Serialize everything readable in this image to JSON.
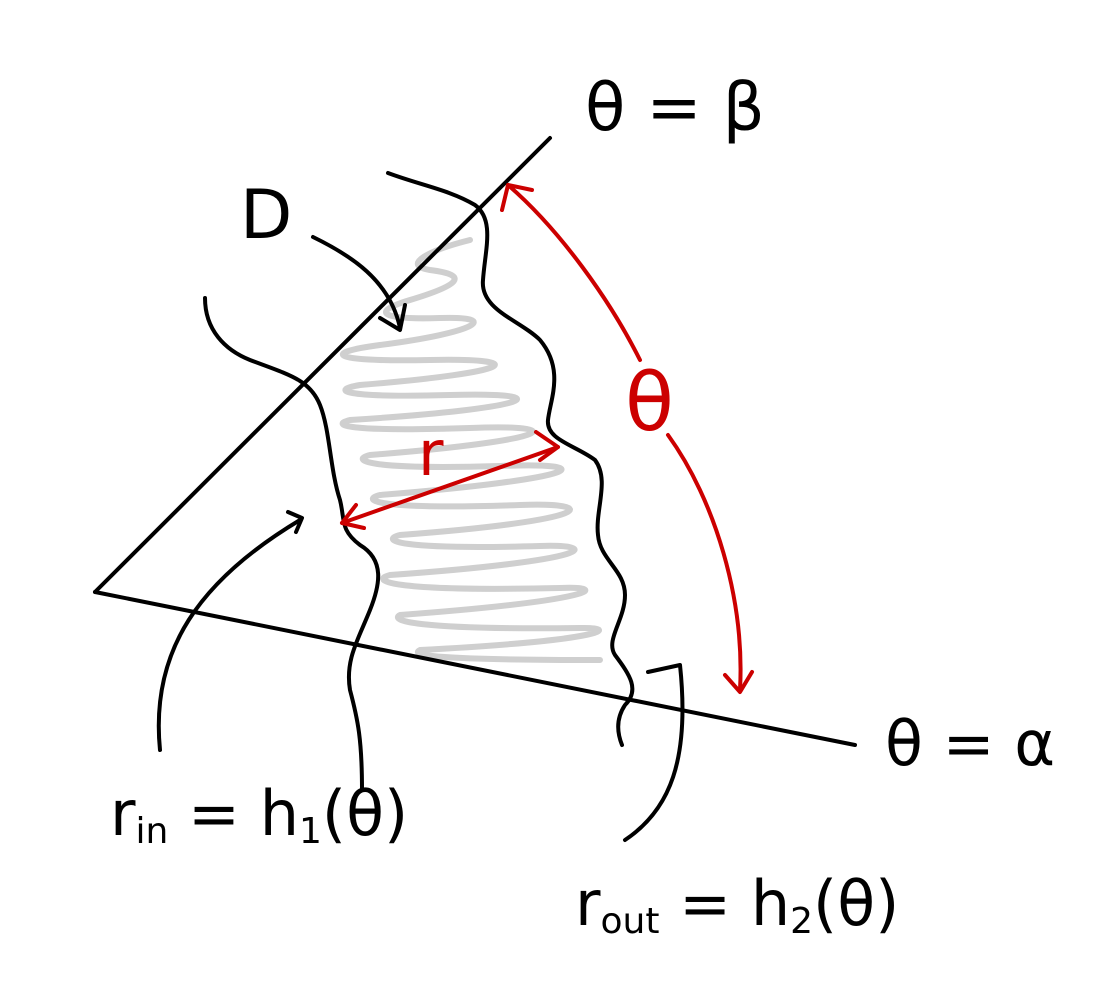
{
  "labels": {
    "region": "D",
    "theta_beta": "θ = β",
    "theta_alpha": "θ = α",
    "theta_angle": "θ",
    "radius": "r",
    "r_in": "r",
    "r_in_sub": "in",
    "r_in_rhs": " = h",
    "r_in_rhs_sub": "1",
    "r_in_arg": "(θ)",
    "r_out": "r",
    "r_out_sub": "out",
    "r_out_rhs": " = h",
    "r_out_rhs_sub": "2",
    "r_out_arg": "(θ)"
  },
  "colors": {
    "ink": "#000000",
    "accent": "#cc0000",
    "shading": "#cfcfcf"
  }
}
